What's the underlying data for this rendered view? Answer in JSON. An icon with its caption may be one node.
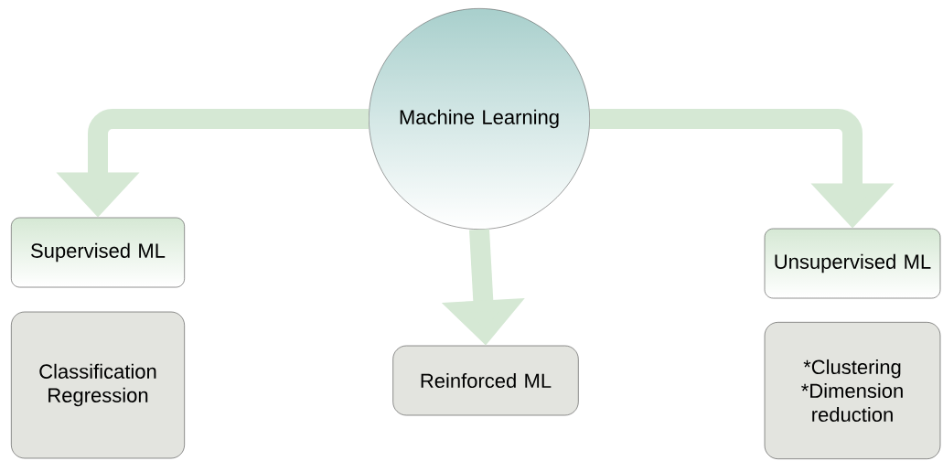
{
  "diagram": {
    "nodes": [
      {
        "text": [
          "Machine Learning"
        ]
      },
      {
        "text": [
          "Supervised ML"
        ]
      },
      {
        "text": [
          "Classification Regression"
        ]
      },
      {
        "text": [
          "Reinforced ML"
        ]
      },
      {
        "text": [
          "Unsupervised ML"
        ]
      },
      {
        "text": [
          "*Clustering",
          "*Dimension reduction"
        ]
      }
    ],
    "edges": [
      {
        "from": 0,
        "to": 1,
        "arrow": "to"
      },
      {
        "from": 0,
        "to": 3,
        "arrow": "to"
      },
      {
        "from": 0,
        "to": 4,
        "arrow": "to"
      }
    ]
  }
}
